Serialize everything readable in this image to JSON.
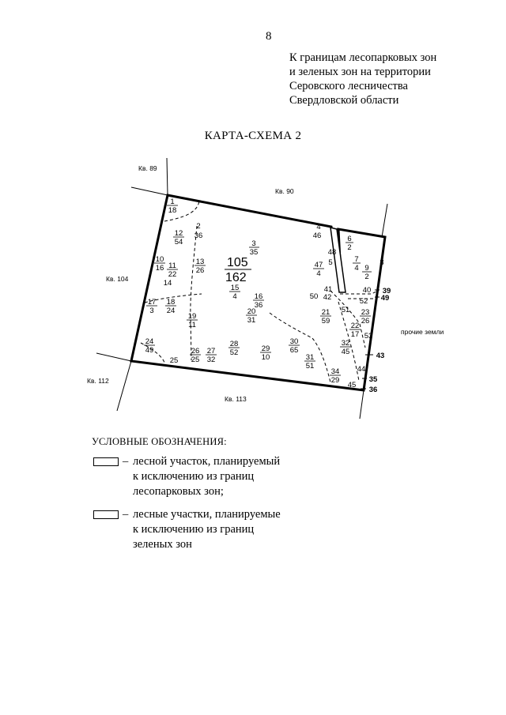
{
  "page_number": "8",
  "header": {
    "lines": [
      "К границам лесопарковых зон",
      "и зеленых зон на территории",
      "Серовского лесничества",
      "Свердловской области"
    ]
  },
  "map_title": "КАРТА-СХЕМА 2",
  "map": {
    "neighbors": {
      "kv89": "Кв. 89",
      "kv90": "Кв. 90",
      "kv104": "Кв. 104",
      "kv112": "Кв. 112",
      "kv113": "Кв. 113",
      "other_lands": "прочие земли"
    },
    "main_quarter": {
      "number": "105",
      "area": "162"
    },
    "plots": {
      "p1": {
        "n": "1",
        "a": "18"
      },
      "p2": {
        "n": "2",
        "a": "36"
      },
      "p3": {
        "n": "3",
        "a": "35"
      },
      "p6": {
        "n": "6",
        "a": "2"
      },
      "p7": {
        "n": "7",
        "a": "4"
      },
      "p9": {
        "n": "9",
        "a": "2"
      },
      "p10": {
        "n": "10",
        "a": "16"
      },
      "p11": {
        "n": "11",
        "a": "22"
      },
      "p12": {
        "n": "12",
        "a": "54"
      },
      "p13": {
        "n": "13",
        "a": "26"
      },
      "p15": {
        "n": "15",
        "a": "4"
      },
      "p16": {
        "n": "16",
        "a": "36"
      },
      "p17": {
        "n": "17",
        "a": "3"
      },
      "p18": {
        "n": "18",
        "a": "24"
      },
      "p19": {
        "n": "19",
        "a": "11"
      },
      "p20": {
        "n": "20",
        "a": "31"
      },
      "p21": {
        "n": "21",
        "a": "59"
      },
      "p22": {
        "n": "22",
        "a": "17"
      },
      "p23": {
        "n": "23",
        "a": "26"
      },
      "p24": {
        "n": "24",
        "a": "49"
      },
      "p26": {
        "n": "26",
        "a": "25"
      },
      "p27": {
        "n": "27",
        "a": "32"
      },
      "p28": {
        "n": "28",
        "a": "52"
      },
      "p29": {
        "n": "29",
        "a": "10"
      },
      "p30": {
        "n": "30",
        "a": "65"
      },
      "p31": {
        "n": "31",
        "a": "51"
      },
      "p32": {
        "n": "32",
        "a": "45"
      },
      "p34": {
        "n": "34",
        "a": "29"
      },
      "p47": {
        "n": "47",
        "a": "4"
      }
    },
    "labels": {
      "l4": "4",
      "l14": "14",
      "l25": "25",
      "l35": "35",
      "l36": "36",
      "l39": "39",
      "l40": "40",
      "l41": "41",
      "l42": "42",
      "l43": "43",
      "l44": "44",
      "l45": "45",
      "l46": "46",
      "l48": "48",
      "l49": "49",
      "l5": "5",
      "l50": "50",
      "l51": "51",
      "l52": "52",
      "l53": "53",
      "l8": "8"
    }
  },
  "legend": {
    "title": "УСЛОВНЫЕ ОБОЗНАЧЕНИЯ:",
    "dash": "–",
    "items": [
      {
        "lines": [
          "лесной участок, планируемый",
          "к исключению из границ",
          "лесопарковых зон;"
        ]
      },
      {
        "lines": [
          "лесные участки, планируемые",
          "к исключению из границ",
          "зеленых зон"
        ]
      }
    ]
  }
}
